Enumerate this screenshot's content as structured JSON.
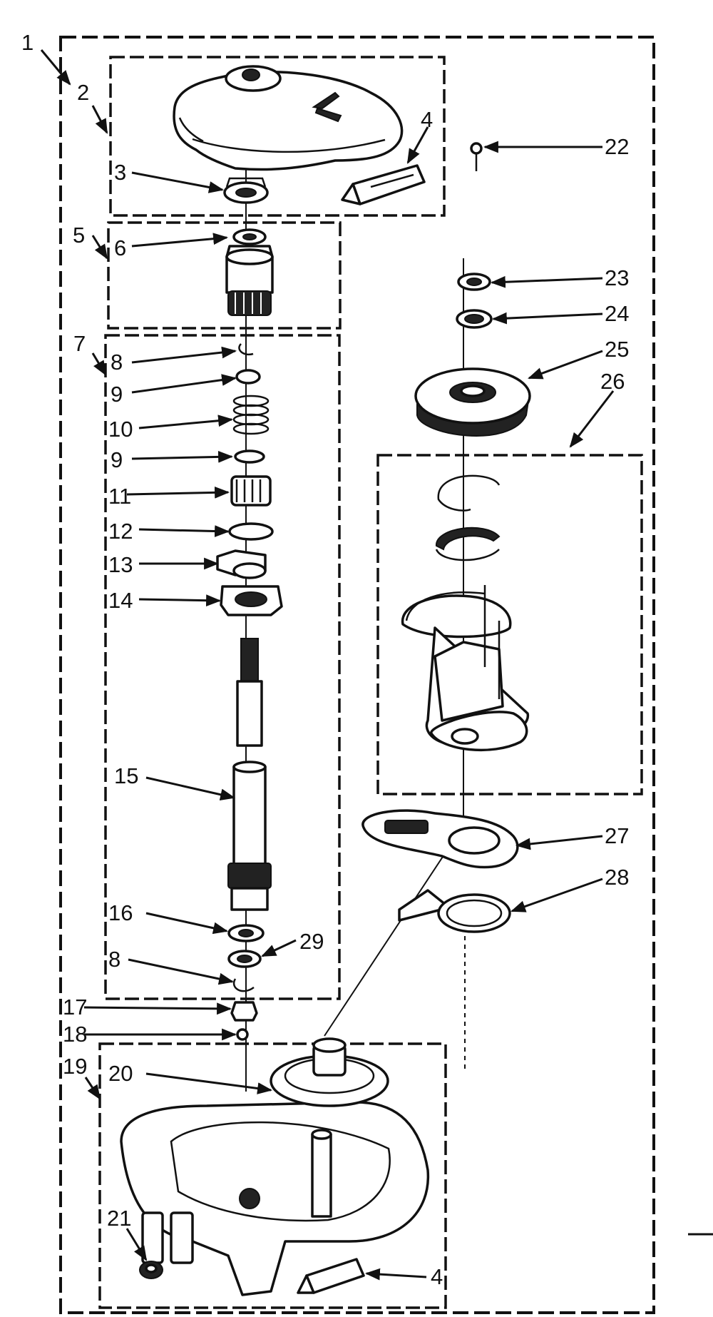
{
  "callouts": {
    "c1": "1",
    "c2": "2",
    "c3": "3",
    "c4a": "4",
    "c4b": "4",
    "c5": "5",
    "c6": "6",
    "c7": "7",
    "c8a": "8",
    "c8b": "8",
    "c9a": "9",
    "c9b": "9",
    "c10": "10",
    "c11": "11",
    "c12": "12",
    "c13": "13",
    "c14": "14",
    "c15": "15",
    "c16": "16",
    "c17": "17",
    "c18": "18",
    "c19": "19",
    "c20": "20",
    "c21": "21",
    "c22": "22",
    "c23": "23",
    "c24": "24",
    "c25": "25",
    "c26": "26",
    "c27": "27",
    "c28": "28",
    "c29": "29"
  }
}
